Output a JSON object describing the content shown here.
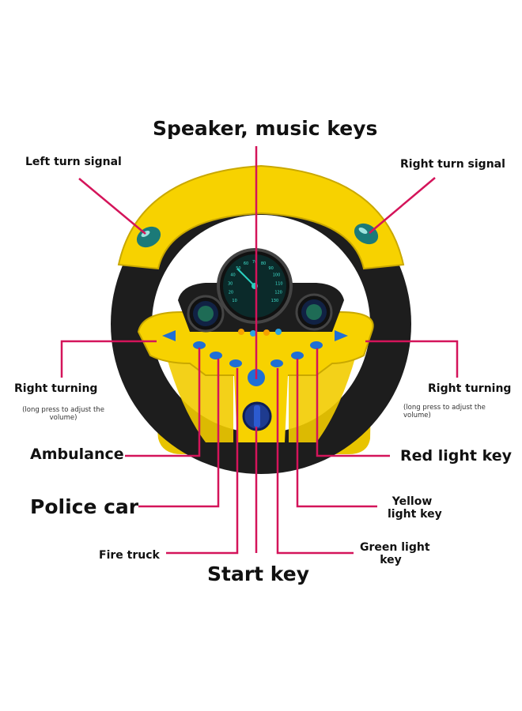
{
  "labels": {
    "speaker": "Speaker, music keys",
    "left_turn": "Left turn signal",
    "right_turn_signal": "Right turn signal",
    "right_turning_left": "Right turning",
    "right_turning_right": "Right turning",
    "long_press_left": [
      "(long press to adjust the",
      "volume)"
    ],
    "long_press_right": [
      "(long press to adjust the",
      "volume)"
    ],
    "ambulance": "Ambulance",
    "police_car": "Police car",
    "fire_truck": "Fire truck",
    "start_key": "Start key",
    "red_light_key": "Red light key",
    "yellow_light_key": [
      "Yellow",
      "light key"
    ],
    "green_light_key": [
      "Green light",
      "key"
    ]
  },
  "speedometer": [
    "10",
    "20",
    "30",
    "40",
    "50",
    "60",
    "70",
    "80",
    "90",
    "100",
    "110",
    "120",
    "130"
  ],
  "colors": {
    "leader_line": "#d4145a",
    "wheel_black": "#1d1d1d",
    "wheel_yellow": "#f7d200",
    "button_blue": "#1f6fd6",
    "signal_teal": "#1b7a78"
  }
}
